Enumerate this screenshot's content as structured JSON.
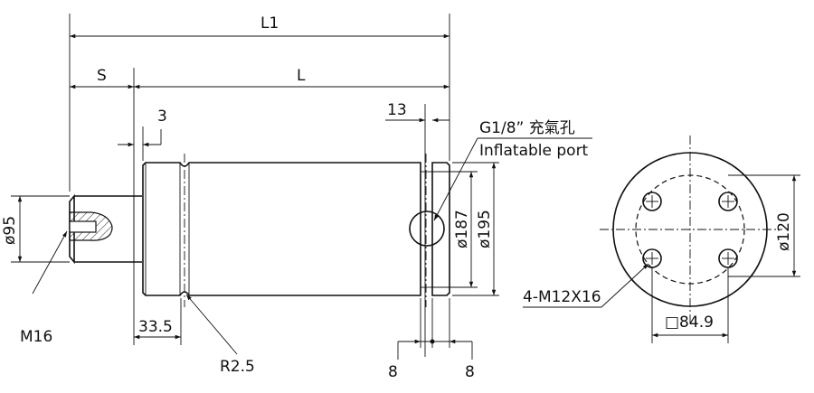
{
  "dimensions": {
    "L1": "L1",
    "S": "S",
    "L": "L",
    "gap3": "3",
    "d95": "ø95",
    "d187": "ø187",
    "d195": "ø195",
    "w13": "13",
    "w33_5": "33.5",
    "r2_5": "R2.5",
    "w8_left": "8",
    "w8_right": "8",
    "d120": "ø120",
    "sq84_9": "□84.9"
  },
  "callouts": {
    "thread": "M16",
    "port_spec": "G1/8” 充氣孔",
    "port_name": "Inflatable port",
    "bolts": "4-M12X16"
  }
}
